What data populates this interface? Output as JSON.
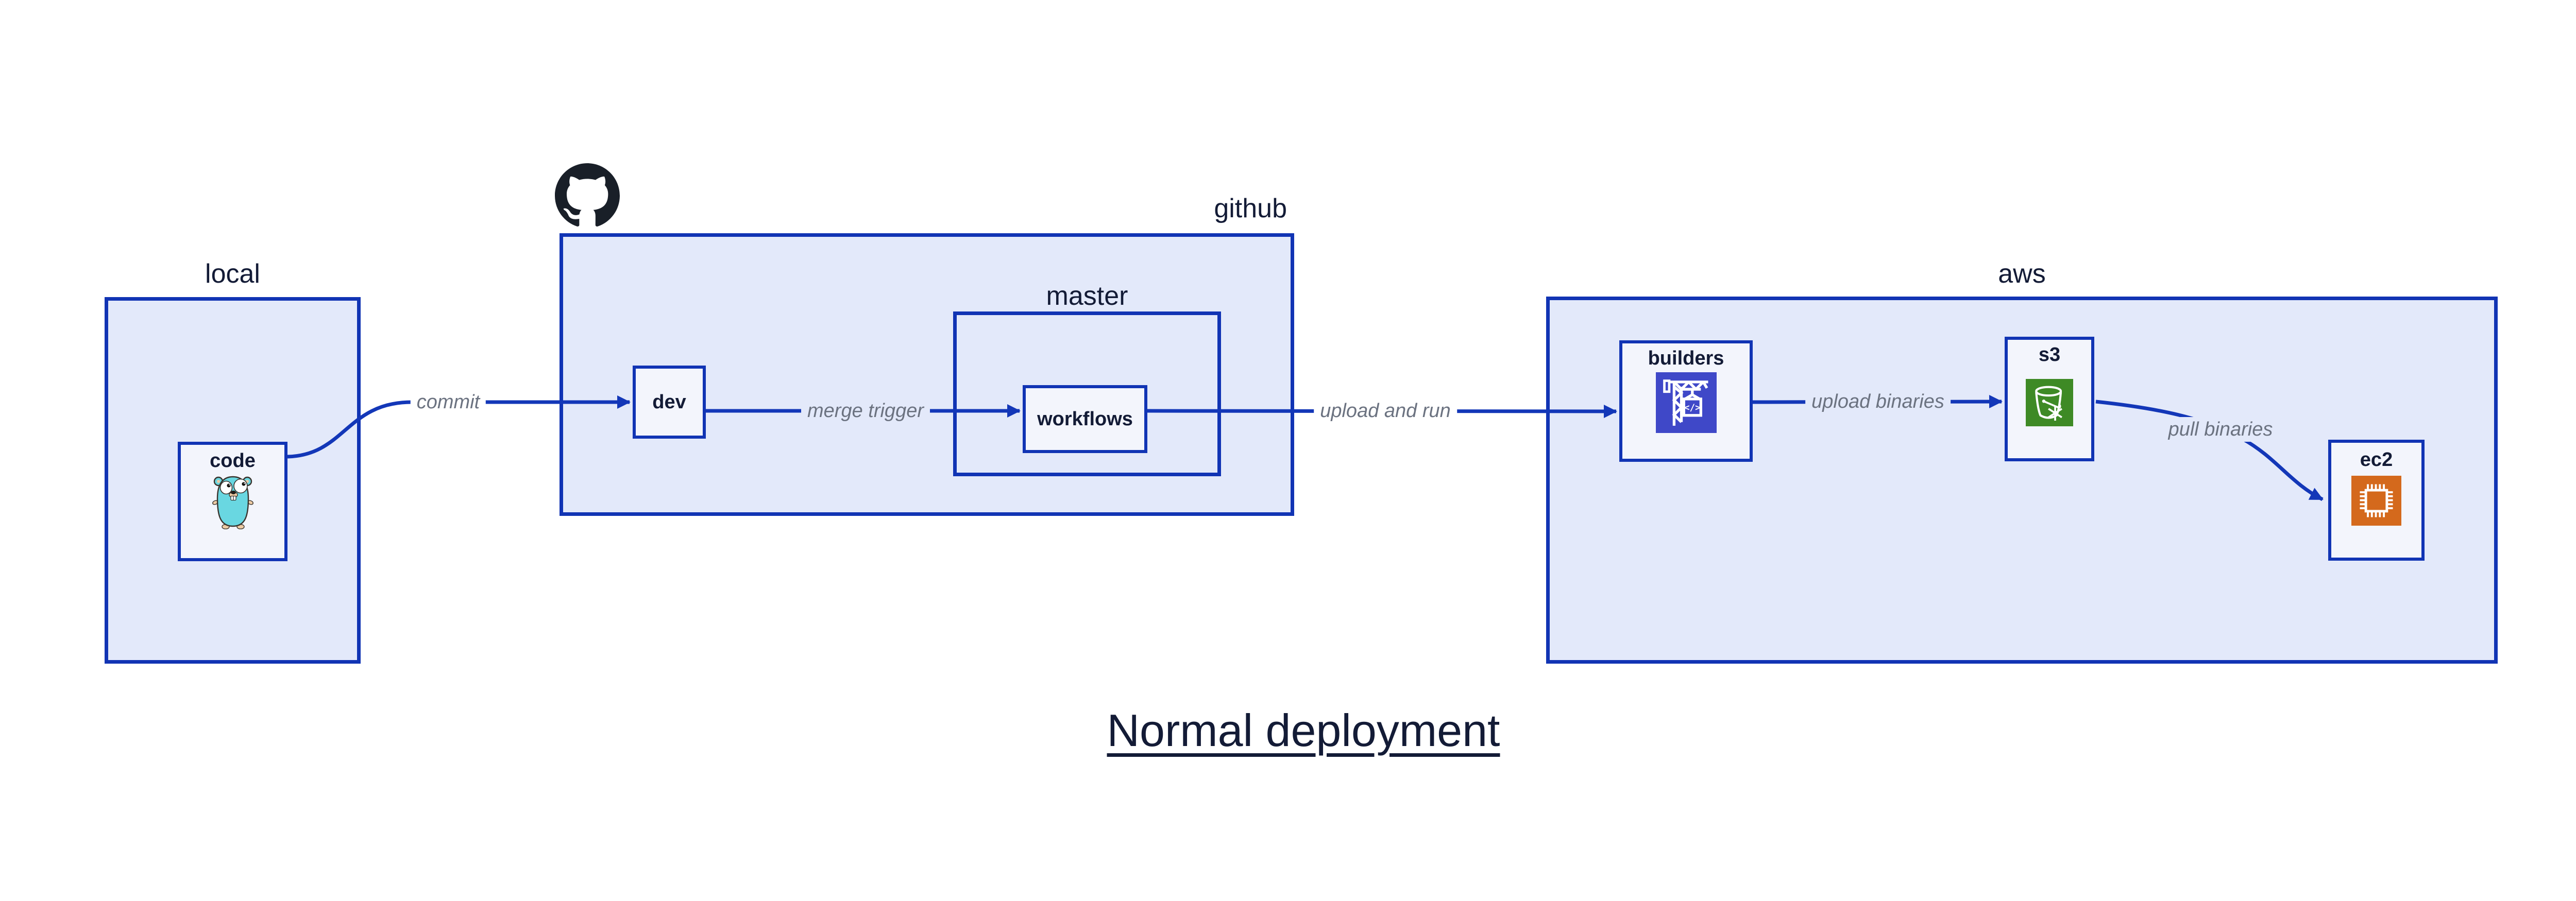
{
  "title": "Normal deployment",
  "colors": {
    "canvas-bg": "#ffffff",
    "group-fill": "#e3e9fa",
    "inner-fill": "#f3f5fc",
    "border-blue": "#1134b4",
    "arrow-blue": "#1337b8",
    "label-gray": "#6b7280",
    "text-dark": "#131b36",
    "codebuild-indigo": "#3f48c8",
    "s3-green": "#3e8a25",
    "ec2-orange": "#d4691c",
    "gopher-teal": "#69d7e1",
    "github-black": "#191f28"
  },
  "groups": {
    "local": {
      "label": "local"
    },
    "github": {
      "label": "github",
      "icon": "github-octocat-logo",
      "master_label": "master"
    },
    "aws": {
      "label": "aws"
    }
  },
  "nodes": {
    "code": {
      "label": "code",
      "icon": "go-gopher"
    },
    "dev": {
      "label": "dev"
    },
    "workflows": {
      "label": "workflows"
    },
    "builders": {
      "label": "builders",
      "icon": "aws-codebuild-crane",
      "icon_text": "</>"
    },
    "s3": {
      "label": "s3",
      "icon": "aws-s3-bucket-snowflake"
    },
    "ec2": {
      "label": "ec2",
      "icon": "aws-ec2-chip"
    }
  },
  "edges": [
    {
      "label": "commit",
      "from": "code",
      "to": "dev"
    },
    {
      "label": "merge trigger",
      "from": "dev",
      "to": "workflows"
    },
    {
      "label": "upload and run",
      "from": "workflows",
      "to": "builders"
    },
    {
      "label": "upload binaries",
      "from": "builders",
      "to": "s3"
    },
    {
      "label": "pull binaries",
      "from": "s3",
      "to": "ec2"
    }
  ]
}
